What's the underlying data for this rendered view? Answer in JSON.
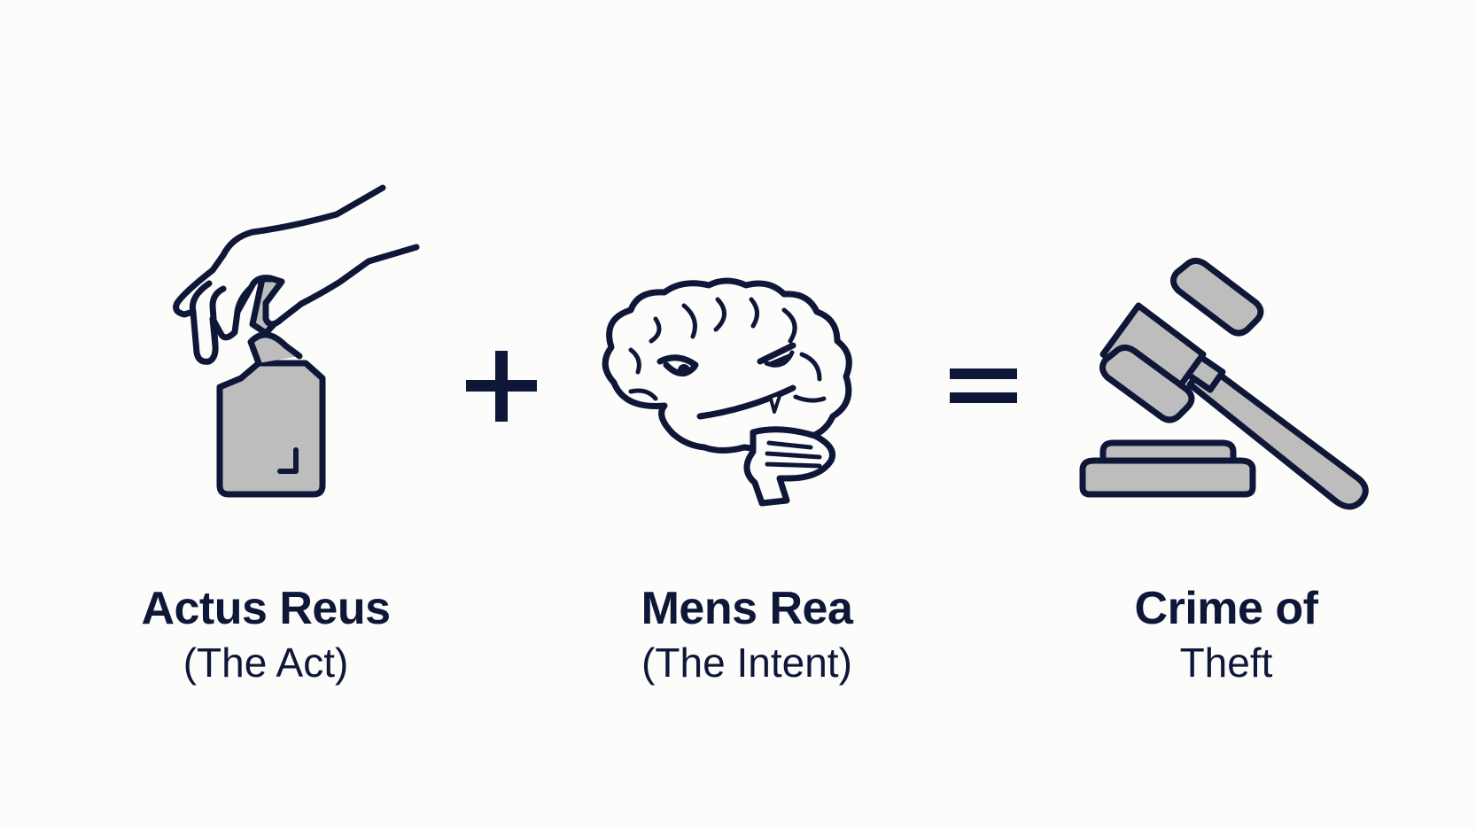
{
  "colors": {
    "ink": "#0f1738",
    "fill_gray": "#bdbdbd",
    "background": "#fcfcfb"
  },
  "diagram": {
    "terms": [
      {
        "id": "act",
        "icon": "hand-taking-item-icon",
        "title": "Actus Reus",
        "subtitle": "(The Act)"
      },
      {
        "id": "intent",
        "icon": "scheming-brain-icon",
        "title": "Mens Rea",
        "subtitle": "(The Intent)"
      },
      {
        "id": "result",
        "icon": "gavel-icon",
        "title": "Crime of",
        "subtitle": "Theft"
      }
    ],
    "operators": [
      "plus-icon",
      "equals-icon"
    ]
  }
}
